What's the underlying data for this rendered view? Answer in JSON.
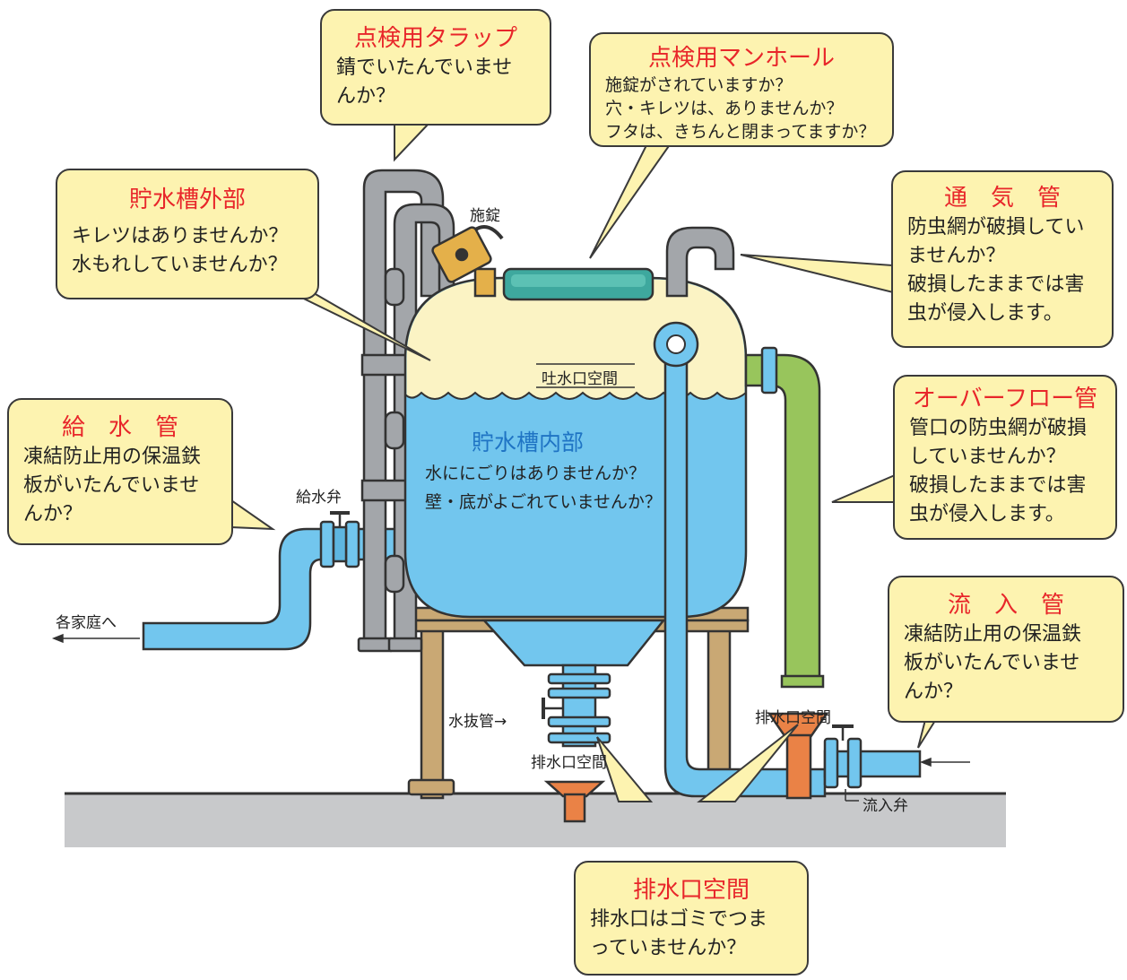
{
  "callouts": {
    "inspection_ladder": {
      "title": "点検用タラップ",
      "body": [
        "錆でいたんでいませ",
        "んか？"
      ]
    },
    "inspection_manhole": {
      "title": "点検用マンホール",
      "body": [
        "施錠がされていますか？",
        "穴・キレツは、ありませんか？",
        "フタは、きちんと閉まってますか？"
      ]
    },
    "tank_exterior": {
      "title": "貯水槽外部",
      "body": [
        "キレツはありませんか？",
        "水もれしていませんか？"
      ]
    },
    "vent_pipe": {
      "title": "通　気　管",
      "body": [
        "防虫網が破損してい",
        "ませんか？",
        "破損したままでは害",
        "虫が侵入します。"
      ]
    },
    "overflow_pipe": {
      "title": "オーバーフロー管",
      "body": [
        "管口の防虫網が破損",
        "していませんか？",
        "破損したままでは害",
        "虫が侵入します。"
      ]
    },
    "supply_pipe": {
      "title": "給　水　管",
      "body": [
        "凍結防止用の保温鉄",
        "板がいたんでいませ",
        "んか？"
      ]
    },
    "inflow_pipe": {
      "title": "流　入　管",
      "body": [
        "凍結防止用の保温鉄",
        "板がいたんでいませ",
        "んか？"
      ]
    },
    "drain_space": {
      "title": "排水口空間",
      "body": [
        "排水口はゴミでつま",
        "っていませんか？"
      ]
    }
  },
  "tank_interior": {
    "title": "貯水槽内部",
    "body": [
      "水ににごりはありませんか？",
      "壁・底がよごれていませんか？"
    ]
  },
  "labels": {
    "lock": "施錠",
    "outlet_space": "吐水口空間",
    "supply_valve": "給水弁",
    "to_homes": "各家庭へ",
    "drain_pipe": "水抜管→",
    "drain_gap_center": "排水口空間",
    "drain_gap_right": "排水口空間",
    "inflow_valve": "流入弁"
  },
  "colors": {
    "callout_bg": "#fdf3b0",
    "callout_title": "#e8262a",
    "tank_upper": "#fbf3c4",
    "water": "#72c6ee",
    "overflow_pipe": "#98c55c",
    "ladder": "#a3a6aa",
    "stand": "#c9a874",
    "drain_funnel": "#ea8246",
    "ground": "#c8c9cb",
    "interior_title": "#1f74c4"
  }
}
